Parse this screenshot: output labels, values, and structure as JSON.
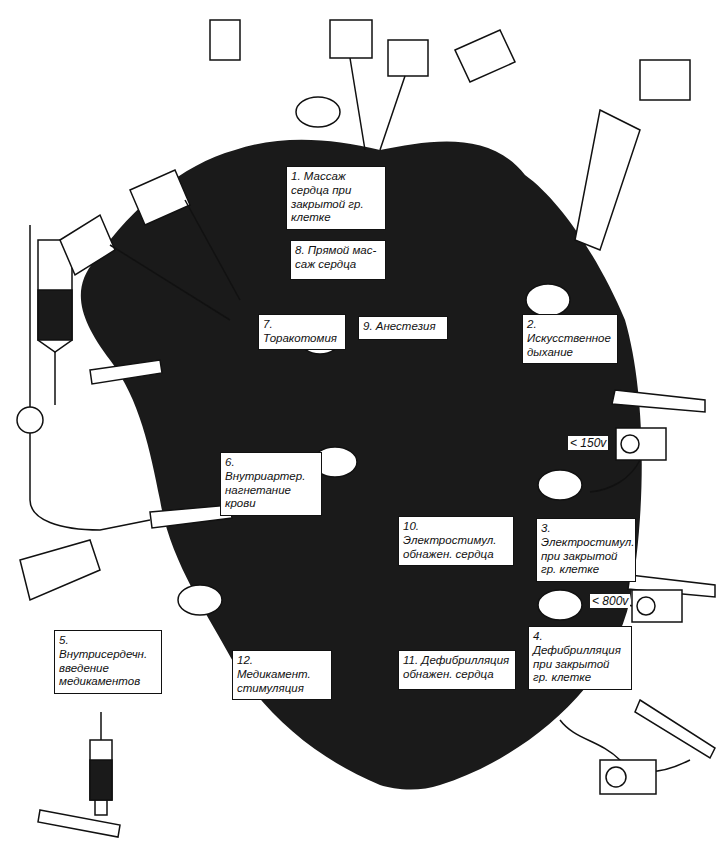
{
  "diagram": {
    "nodes": [
      {
        "text": [
          "1. Массаж сердца при закрытой гр. клетке"
        ]
      },
      {
        "text": [
          "2. Искусственное дыхание"
        ]
      },
      {
        "text": [
          "3. Электростимул. при закрытой гр. клетке"
        ]
      },
      {
        "text": [
          "4. Дефибрилляция при закрытой гр. клетке"
        ]
      },
      {
        "text": [
          "5. Внутрисердечн. введение медикаментов"
        ]
      },
      {
        "text": [
          "6. Внутриартер. нагнетание крови"
        ]
      },
      {
        "text": [
          "7. Торакотомия"
        ]
      },
      {
        "text": [
          "8. Прямой мас- саж сердца"
        ]
      },
      {
        "text": [
          "9. Анестезия"
        ]
      },
      {
        "text": [
          "10. Электростимул. обнажен. сердца"
        ]
      },
      {
        "text": [
          "11. Дефибрилляция обнажен. сердца"
        ]
      },
      {
        "text": [
          "12. Медикамент. стимуляция"
        ]
      }
    ],
    "labels": [
      "< 150v",
      "< 800v"
    ]
  }
}
